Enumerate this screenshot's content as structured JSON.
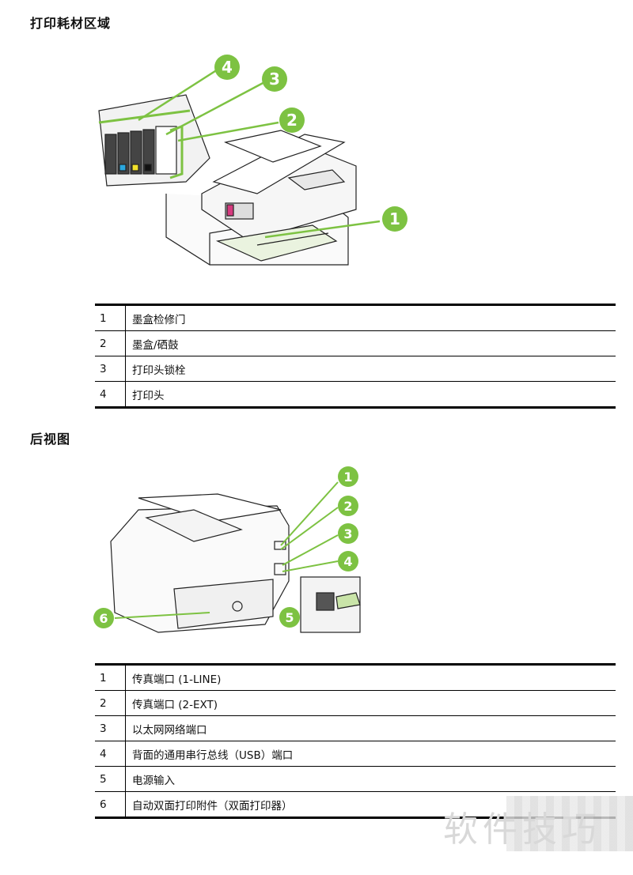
{
  "section1": {
    "title": "打印耗材区域",
    "callouts": [
      "1",
      "2",
      "3",
      "4"
    ],
    "rows": [
      {
        "num": "1",
        "label": "墨盒检修门"
      },
      {
        "num": "2",
        "label": "墨盒/硒鼓"
      },
      {
        "num": "3",
        "label": "打印头锁栓"
      },
      {
        "num": "4",
        "label": "打印头"
      }
    ]
  },
  "section2": {
    "title": "后视图",
    "callouts": [
      "1",
      "2",
      "3",
      "4",
      "5",
      "6"
    ],
    "rows": [
      {
        "num": "1",
        "label": "传真端口 (1-LINE)"
      },
      {
        "num": "2",
        "label": "传真端口 (2-EXT)"
      },
      {
        "num": "3",
        "label": "以太网网络端口"
      },
      {
        "num": "4",
        "label": "背面的通用串行总线（USB）端口"
      },
      {
        "num": "5",
        "label": "电源输入"
      },
      {
        "num": "6",
        "label": "自动双面打印附件（双面打印器）"
      }
    ]
  },
  "watermark": {
    "text": "软件技巧"
  },
  "colors": {
    "callout": "#7dc242",
    "line": "#000000"
  }
}
